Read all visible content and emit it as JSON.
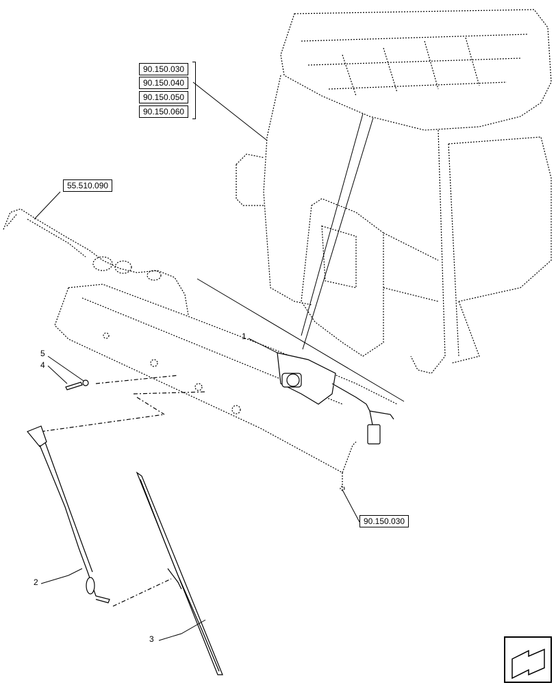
{
  "references": {
    "group": [
      "90.150.030",
      "90.150.040",
      "90.150.050",
      "90.150.060"
    ],
    "harness": "55.510.090",
    "panel": "90.150.030"
  },
  "callouts": {
    "c1": "1",
    "c2": "2",
    "c3": "3",
    "c4": "4",
    "c5": "5"
  },
  "nav_icon": "next-page-arrow-icon"
}
